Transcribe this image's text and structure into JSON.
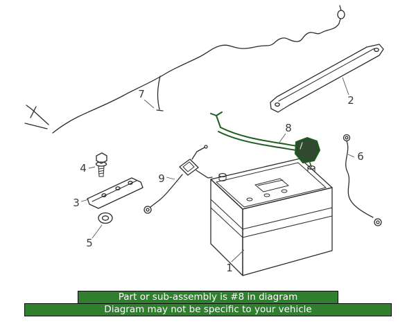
{
  "banner": {
    "line1": "Part or sub-assembly is #8 in diagram",
    "line2": "Diagram may not be specific to your vehicle",
    "background": "#2f7f2f",
    "text_color": "#ffffff"
  },
  "colors": {
    "line": "#2b2b2b",
    "leader": "#555555",
    "highlight": "#1e5c1e",
    "highlight_fill": "#2f4a2f"
  },
  "diagram": {
    "callouts": [
      {
        "label": "1"
      },
      {
        "label": "2"
      },
      {
        "label": "3"
      },
      {
        "label": "4"
      },
      {
        "label": "5"
      },
      {
        "label": "6"
      },
      {
        "label": "7"
      },
      {
        "label": "8"
      },
      {
        "label": "9"
      }
    ],
    "highlighted_part": "8"
  }
}
